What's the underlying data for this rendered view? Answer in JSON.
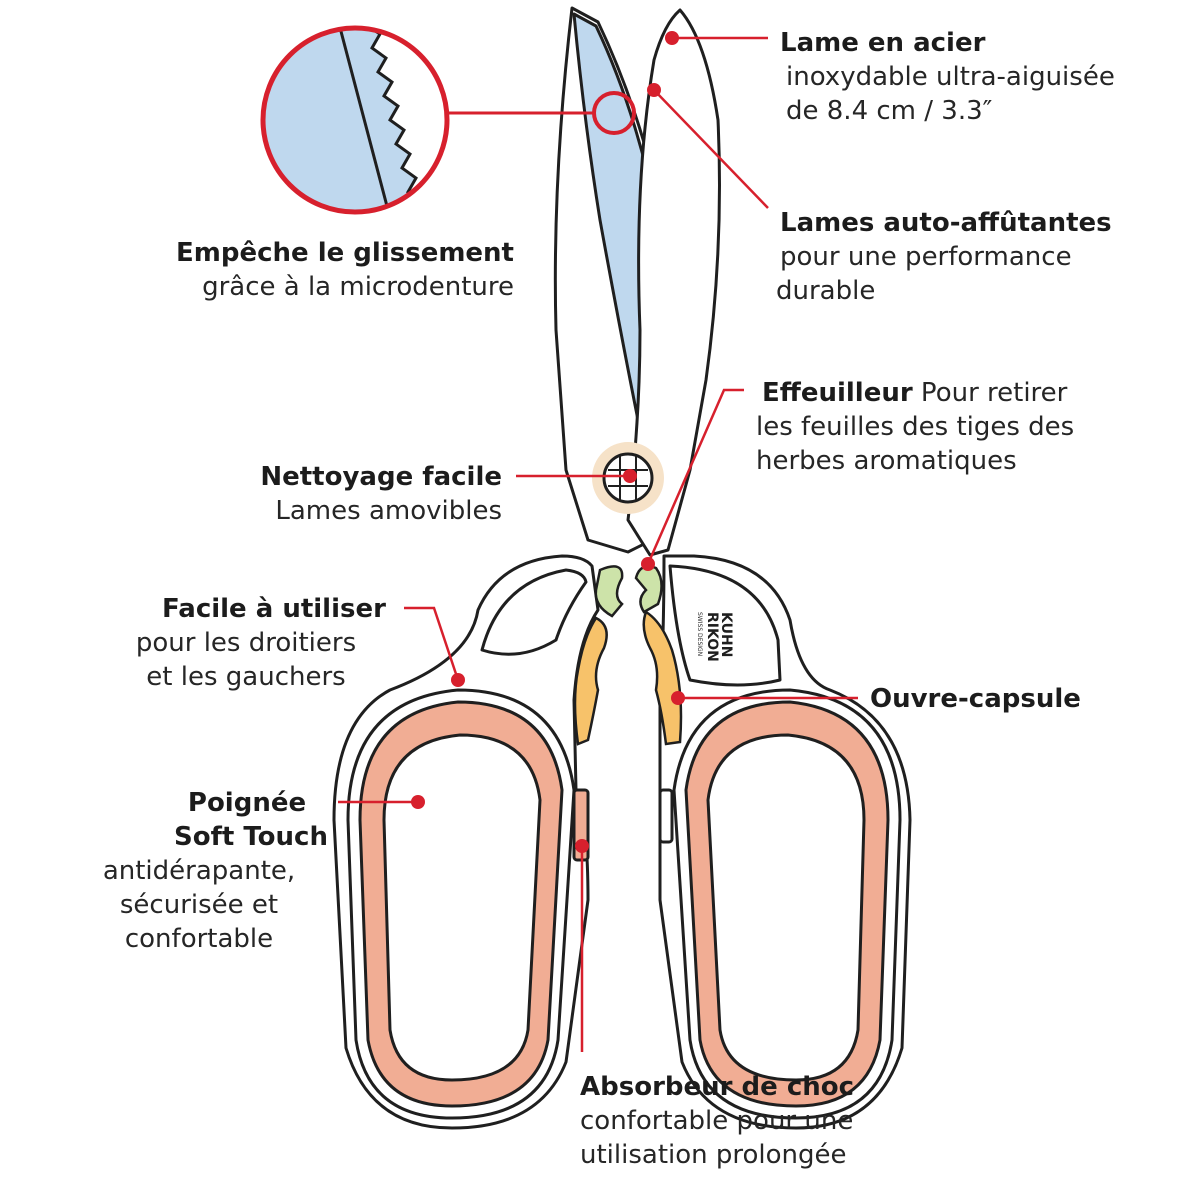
{
  "brand": {
    "line1": "KUHN",
    "line2": "RIKON",
    "tagline": "SWISS DESIGN"
  },
  "colors": {
    "leader": "#d7202d",
    "blade": "#bfd8ee",
    "grip": "#f1ad94",
    "opener": "#f7c26a",
    "stripper": "#cde3a9",
    "pivot": "#f6e2c8",
    "outline": "#1f1f1f"
  },
  "callouts": {
    "lame": {
      "title": "Lame en acier",
      "line2": "inoxydable ultra-aiguisée",
      "line3": "de 8.4 cm / 3.3″"
    },
    "auto": {
      "title": "Lames auto-affûtantes",
      "line2": "pour une performance",
      "line3": "durable"
    },
    "glissement": {
      "title": "Empêche le glissement",
      "line2": "grâce à la microdenture"
    },
    "effeuilleur": {
      "title": "Effeuilleur",
      "title_rest": " Pour retirer",
      "line2": "les feuilles des tiges des",
      "line3": "herbes aromatiques"
    },
    "nettoyage": {
      "title": "Nettoyage facile",
      "line2": "Lames amovibles"
    },
    "facile": {
      "title": "Facile à utiliser",
      "line2": "pour les droitiers",
      "line3": "et les gauchers"
    },
    "ouvre": {
      "title": "Ouvre-capsule"
    },
    "poignee": {
      "title1": "Poignée",
      "title2": "Soft Touch",
      "line3": "antidérapante,",
      "line4": "sécurisée et",
      "line5": "confortable"
    },
    "absorbeur": {
      "title": "Absorbeur de choc",
      "line2": "confortable pour une",
      "line3": "utilisation prolongée"
    }
  }
}
